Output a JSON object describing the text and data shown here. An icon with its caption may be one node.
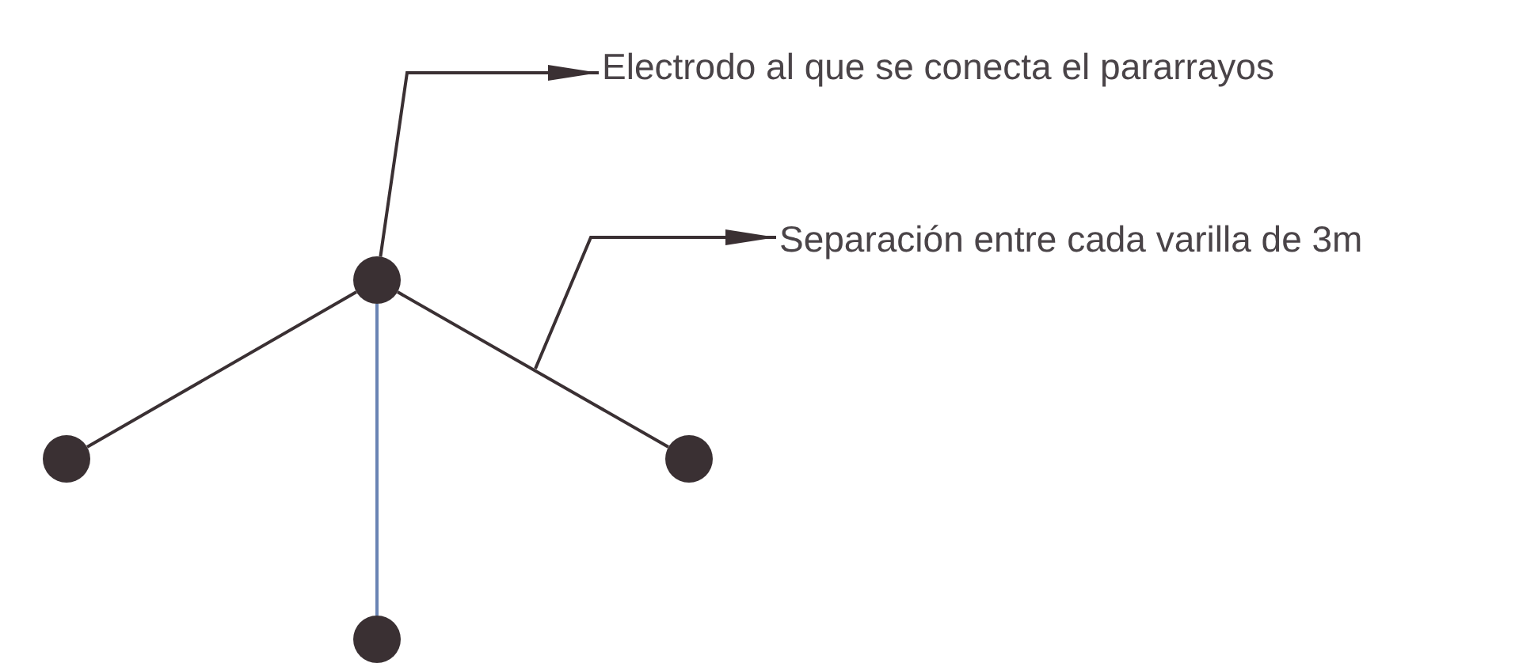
{
  "diagram": {
    "nodes": [
      {
        "text": [
          "Electrodo al que se conecta el pararrayos"
        ]
      },
      {
        "text": [
          "Separación entre cada varilla de 3m"
        ]
      },
      {
        "text": [],
        "shape": "circle"
      },
      {
        "text": [],
        "shape": "circle"
      },
      {
        "text": [],
        "shape": "circle"
      },
      {
        "text": [],
        "shape": "circle"
      }
    ],
    "edges": [
      {
        "from": 2,
        "to": 3,
        "arrow": "none"
      },
      {
        "from": 2,
        "to": 5,
        "arrow": "none",
        "color": "#6a84b4"
      },
      {
        "from": 2,
        "to": 4,
        "arrow": "none"
      },
      {
        "from": 2,
        "to": 0,
        "arrow": "to"
      },
      {
        "from": null,
        "to": 1,
        "arrow": "to"
      }
    ]
  }
}
